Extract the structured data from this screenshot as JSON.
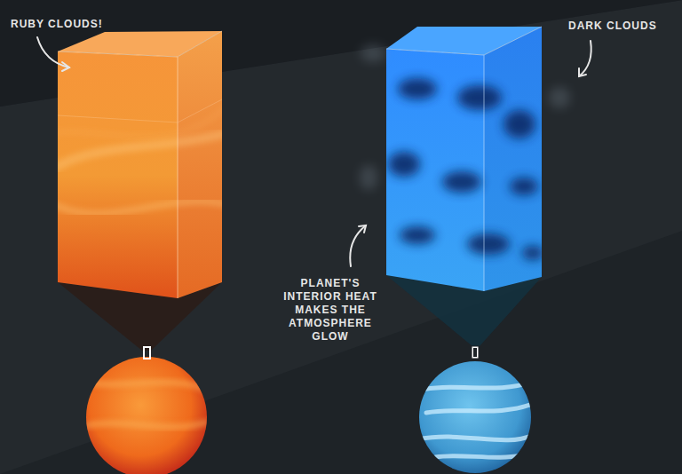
{
  "diagram": {
    "labels": [
      "RUBY CLOUDS!",
      "DARK CLOUDS",
      "PLANET'S INTERIOR HEAT MAKES THE ATMOSPHERE GLOW"
    ]
  }
}
